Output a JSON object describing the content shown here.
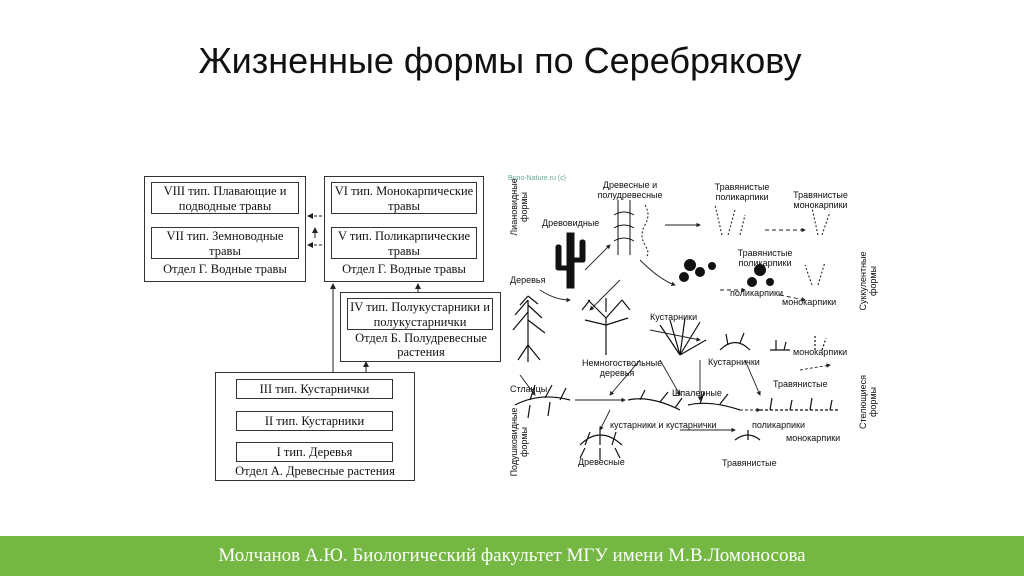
{
  "title": "Жизненные формы по Серебрякову",
  "footer": "Молчанов А.Ю. Биологический факультет МГУ имени М.В.Ломоносова",
  "left_diagram": {
    "group_g": {
      "type8": "VIII тип. Плавающие и подводные травы",
      "type7": "VII тип. Земноводные травы",
      "caption": "Отдел Г. Водные травы"
    },
    "group_v": {
      "type6": "VI тип. Монокарпические травы",
      "type5": "V тип. Поликарпические травы",
      "caption": "Отдел Г. Водные травы"
    },
    "group_b": {
      "type4": "IV тип. Полукустарники и полукустарнички",
      "caption": "Отдел Б. Полудревесные растения"
    },
    "group_a": {
      "type3": "III тип. Кустарнички",
      "type2": "II тип. Кустарники",
      "type1": "I тип. Деревья",
      "caption": "Отдел А. Древесные растения"
    }
  },
  "right_diagram": {
    "watermark": "Bono-Nature.ru (c)",
    "labels": {
      "lianas": "Лиановидные формы",
      "woody_semiwoody": "Древесные и полудревесные",
      "herb_polycarp_top": "Травянистые поликарпики",
      "herb_monocarp_top": "Травянистые монокарпики",
      "tree_like": "Древовидные",
      "trees": "Деревья",
      "herb_polycarp_mid": "Травянистые поликарпики",
      "polycarp": "поликарпики",
      "monocarp_mid": "монокарпики",
      "succulent": "Суккулентные формы",
      "shrubs": "Кустарники",
      "monocarp_right": "монокарпики",
      "few_stem": "Немногоствольные деревья",
      "shrublets": "Кустарнички",
      "elfin": "Стланцы",
      "herbaceous_mid": "Травянистые",
      "creeping": "Стелющиеся формы",
      "espalier": "Шпалерные",
      "cushion": "Подушковидные формы",
      "shrub_and_shrublet": "кустарники и кустарнички",
      "polycarp_low": "поликарпики",
      "monocarp_low": "монокарпики",
      "woody_low": "Древесные",
      "herbaceous_low": "Травянистые"
    }
  }
}
